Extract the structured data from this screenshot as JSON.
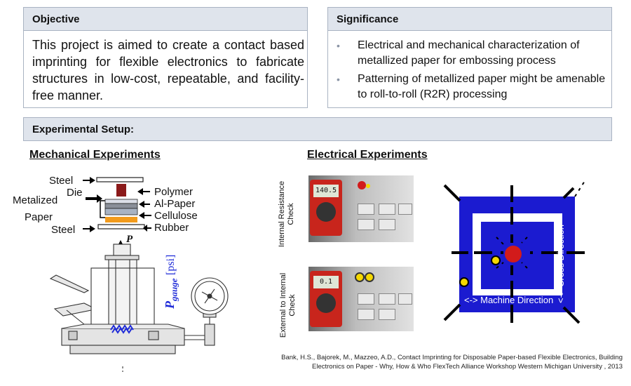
{
  "objective": {
    "title": "Objective",
    "text": "This project is aimed to create a contact based imprinting for flexible electronics to fabricate structures in low-cost, repeatable, and facility-free manner."
  },
  "significance": {
    "title": "Significance",
    "items": [
      "Electrical and mechanical characterization of metallized paper for embossing process",
      "Patterning of metallized paper might be amenable to roll-to-roll (R2R) processing"
    ]
  },
  "setup": {
    "title": "Experimental Setup:",
    "mechanical": {
      "title": "Mechanical Experiments",
      "labels": {
        "steel_top": "Steel",
        "die": "Die",
        "metalized": "Metalized",
        "paper": "Paper",
        "steel_bottom": "Steel",
        "polymer": "Polymer",
        "al_paper": "Al-Paper",
        "cellulose": "Cellulose",
        "rubber": "Rubber",
        "p": "P",
        "p_gauge": "P",
        "gauge_sub": "gauge",
        "psi": "[psi]"
      }
    },
    "electrical": {
      "title": "Electrical Experiments",
      "check1": "Internal Resistance Check",
      "check2": "External to Internal Check",
      "meter1": "140.5",
      "meter2": "0.1",
      "machine_direction": "<-> Machine Direction",
      "cross_direction": "<-> Cross Direction"
    }
  },
  "citation": "Bank, H.S., Bajorek, M., Mazzeo, A.D., Contact Imprinting for Disposable Paper-based Flexible Electronics, Building Electronics on Paper - Why, How & Who FlexTech Alliance Workshop Western Michigan University , 2013"
}
